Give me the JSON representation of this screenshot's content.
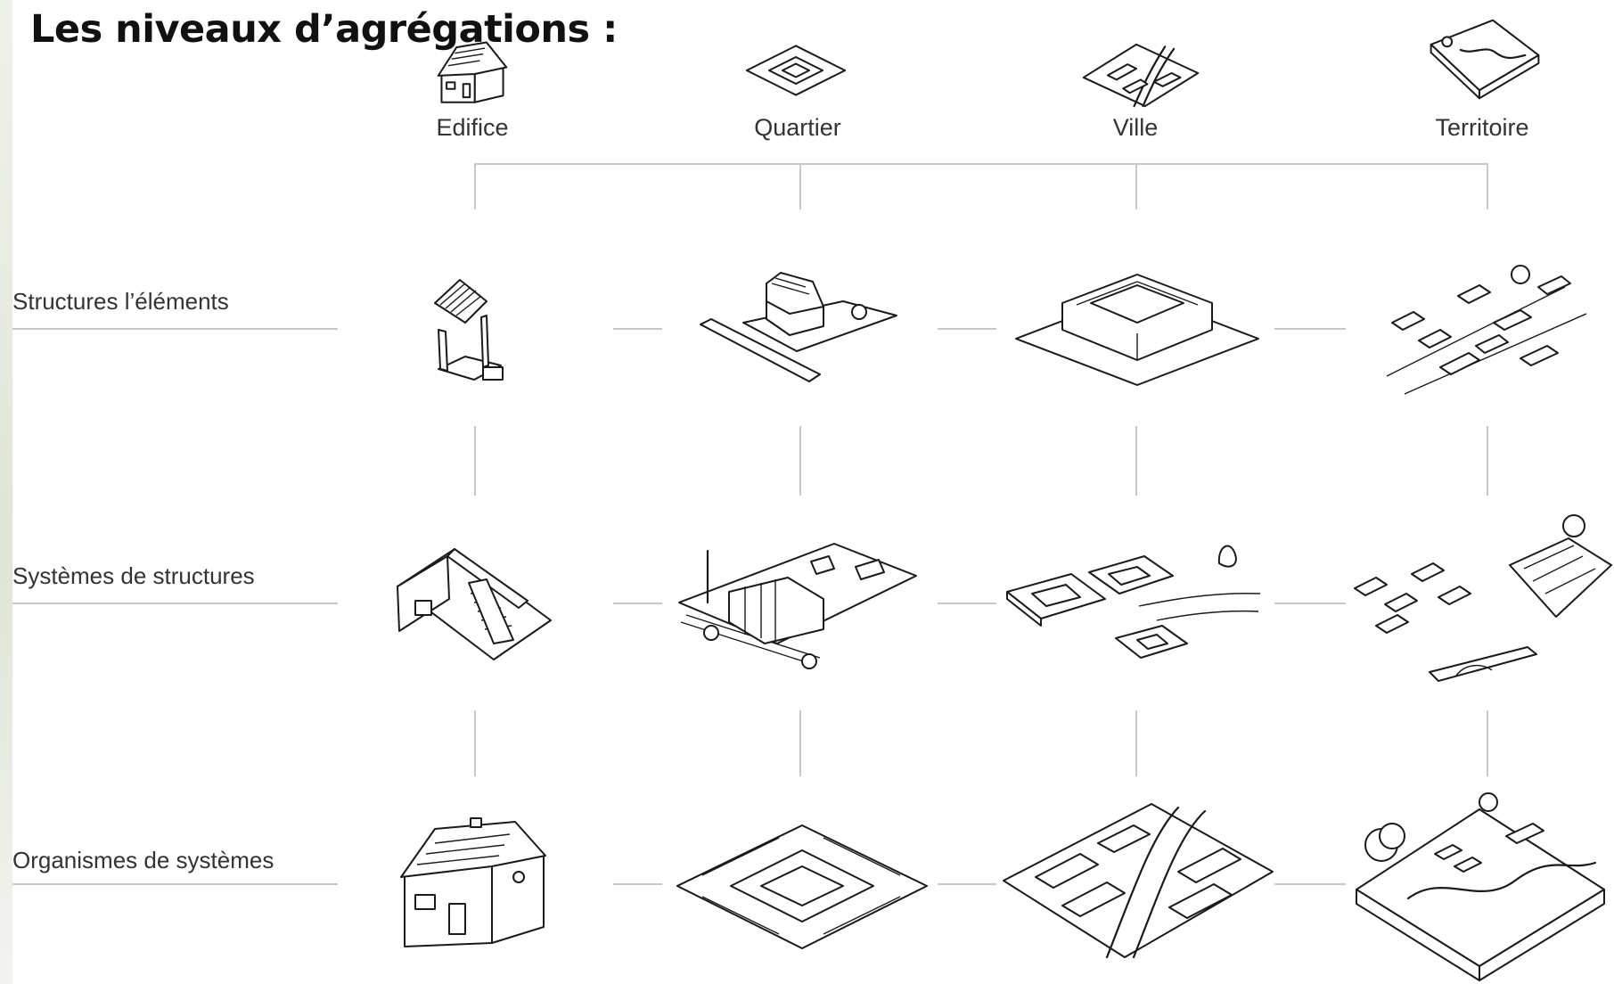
{
  "title": "Les niveaux d’agrégations :",
  "columns": [
    {
      "key": "edifice",
      "label": "Edifice"
    },
    {
      "key": "quartier",
      "label": "Quartier"
    },
    {
      "key": "ville",
      "label": "Ville"
    },
    {
      "key": "territoire",
      "label": "Territoire"
    }
  ],
  "rows": [
    {
      "key": "structures",
      "label": "Structures l’éléments"
    },
    {
      "key": "systemes",
      "label": "Systèmes de structures"
    },
    {
      "key": "organismes",
      "label": "Organismes de systèmes"
    }
  ],
  "colors": {
    "line": "#c8c8c8",
    "ink": "#1a1a1a",
    "label": "#333333",
    "title": "#111111"
  }
}
